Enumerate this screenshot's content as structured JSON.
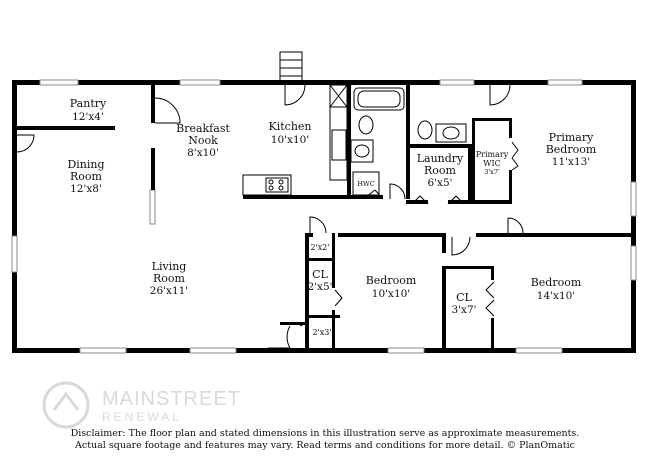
{
  "rooms": {
    "pantry": {
      "name": "Pantry",
      "dim": "12'x4'"
    },
    "breakfast": {
      "name1": "Breakfast",
      "name2": "Nook",
      "dim": "8'x10'"
    },
    "kitchen": {
      "name": "Kitchen",
      "dim": "10'x10'"
    },
    "dining": {
      "name1": "Dining",
      "name2": "Room",
      "dim": "12'x8'"
    },
    "living": {
      "name1": "Living",
      "name2": "Room",
      "dim": "26'x11'"
    },
    "laundry": {
      "name1": "Laundry",
      "name2": "Room",
      "dim": "6'x5'"
    },
    "primary_wic": {
      "name1": "Primary",
      "name2": "WIC",
      "dim": "3'x7'"
    },
    "primary_bedroom": {
      "name1": "Primary",
      "name2": "Bedroom",
      "dim": "11'x13'"
    },
    "bedroom_center": {
      "name": "Bedroom",
      "dim": "10'x10'"
    },
    "bedroom_right": {
      "name": "Bedroom",
      "dim": "14'x10'"
    },
    "cl_left": {
      "name": "CL",
      "dim": "2'x5'"
    },
    "cl_right": {
      "name": "CL",
      "dim": "3'x7'"
    },
    "closet_top": {
      "dim": "2'x2'"
    },
    "closet_bottom": {
      "dim": "2'x3'"
    },
    "hwc": {
      "name": "HWC"
    }
  },
  "logo": {
    "brand": "MAINSTREET",
    "sub": "RENEWAL"
  },
  "disclaimer": {
    "line1": "Disclaimer: The floor plan and stated dimensions in this illustration serve as approximate measurements.",
    "line2": "Actual square footage and features may vary. Read terms and conditions for more detail. © PlanOmatic"
  }
}
